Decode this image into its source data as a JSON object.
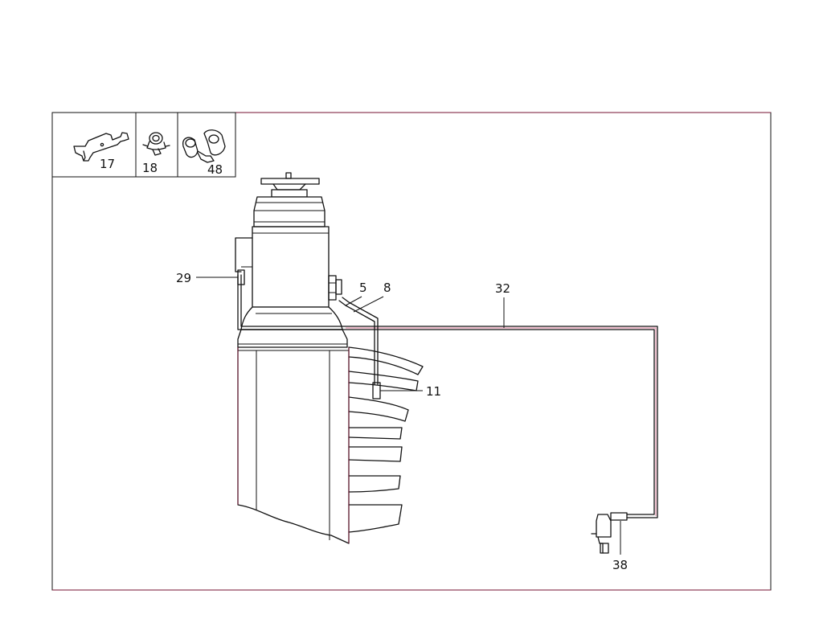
{
  "inset_parts": [
    {
      "number": "17",
      "icon": "bracket-icon"
    },
    {
      "number": "18",
      "icon": "hose-clamp-icon"
    },
    {
      "number": "48",
      "icon": "double-clip-icon"
    }
  ],
  "callouts": [
    {
      "id": "29",
      "label": "29"
    },
    {
      "id": "5",
      "label": "5"
    },
    {
      "id": "8",
      "label": "8"
    },
    {
      "id": "32",
      "label": "32"
    },
    {
      "id": "11",
      "label": "11"
    },
    {
      "id": "38",
      "label": "38"
    }
  ],
  "colors": {
    "line": "#111111",
    "accent": "#c8104a",
    "background": "#ffffff"
  }
}
